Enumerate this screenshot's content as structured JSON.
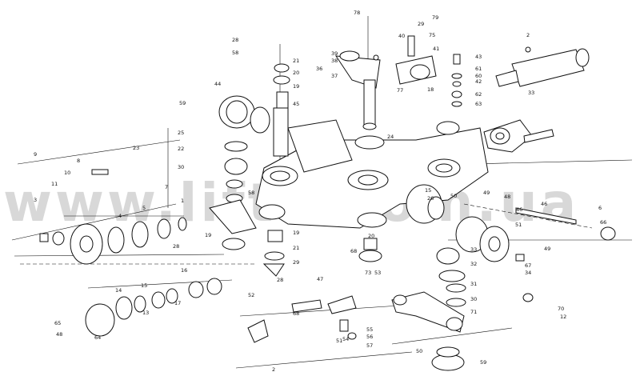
{
  "watermark": "www.liftarcom.ua",
  "colors": {
    "ink": "#111111",
    "paper": "#ffffff",
    "watermark": "#d8d8d8"
  },
  "labels": [
    "78",
    "79",
    "29",
    "40",
    "75",
    "41",
    "28",
    "58",
    "21",
    "20",
    "19",
    "39",
    "38",
    "36",
    "37",
    "43",
    "61",
    "60",
    "42",
    "62",
    "63",
    "77",
    "18",
    "45",
    "44",
    "59",
    "2",
    "33",
    "24",
    "25",
    "22",
    "23",
    "30",
    "7",
    "9",
    "8",
    "10",
    "11",
    "3",
    "1",
    "58",
    "15",
    "26",
    "50",
    "49",
    "48",
    "46",
    "46",
    "51",
    "6",
    "4",
    "5",
    "28",
    "19",
    "19",
    "20",
    "21",
    "29",
    "68",
    "73",
    "28",
    "53",
    "47",
    "49",
    "66",
    "67",
    "34",
    "33",
    "32",
    "31",
    "30",
    "71",
    "70",
    "12",
    "16",
    "14",
    "15",
    "13",
    "17",
    "64",
    "65",
    "48",
    "68",
    "52",
    "54",
    "55",
    "56",
    "51",
    "57",
    "50",
    "59",
    "2"
  ]
}
